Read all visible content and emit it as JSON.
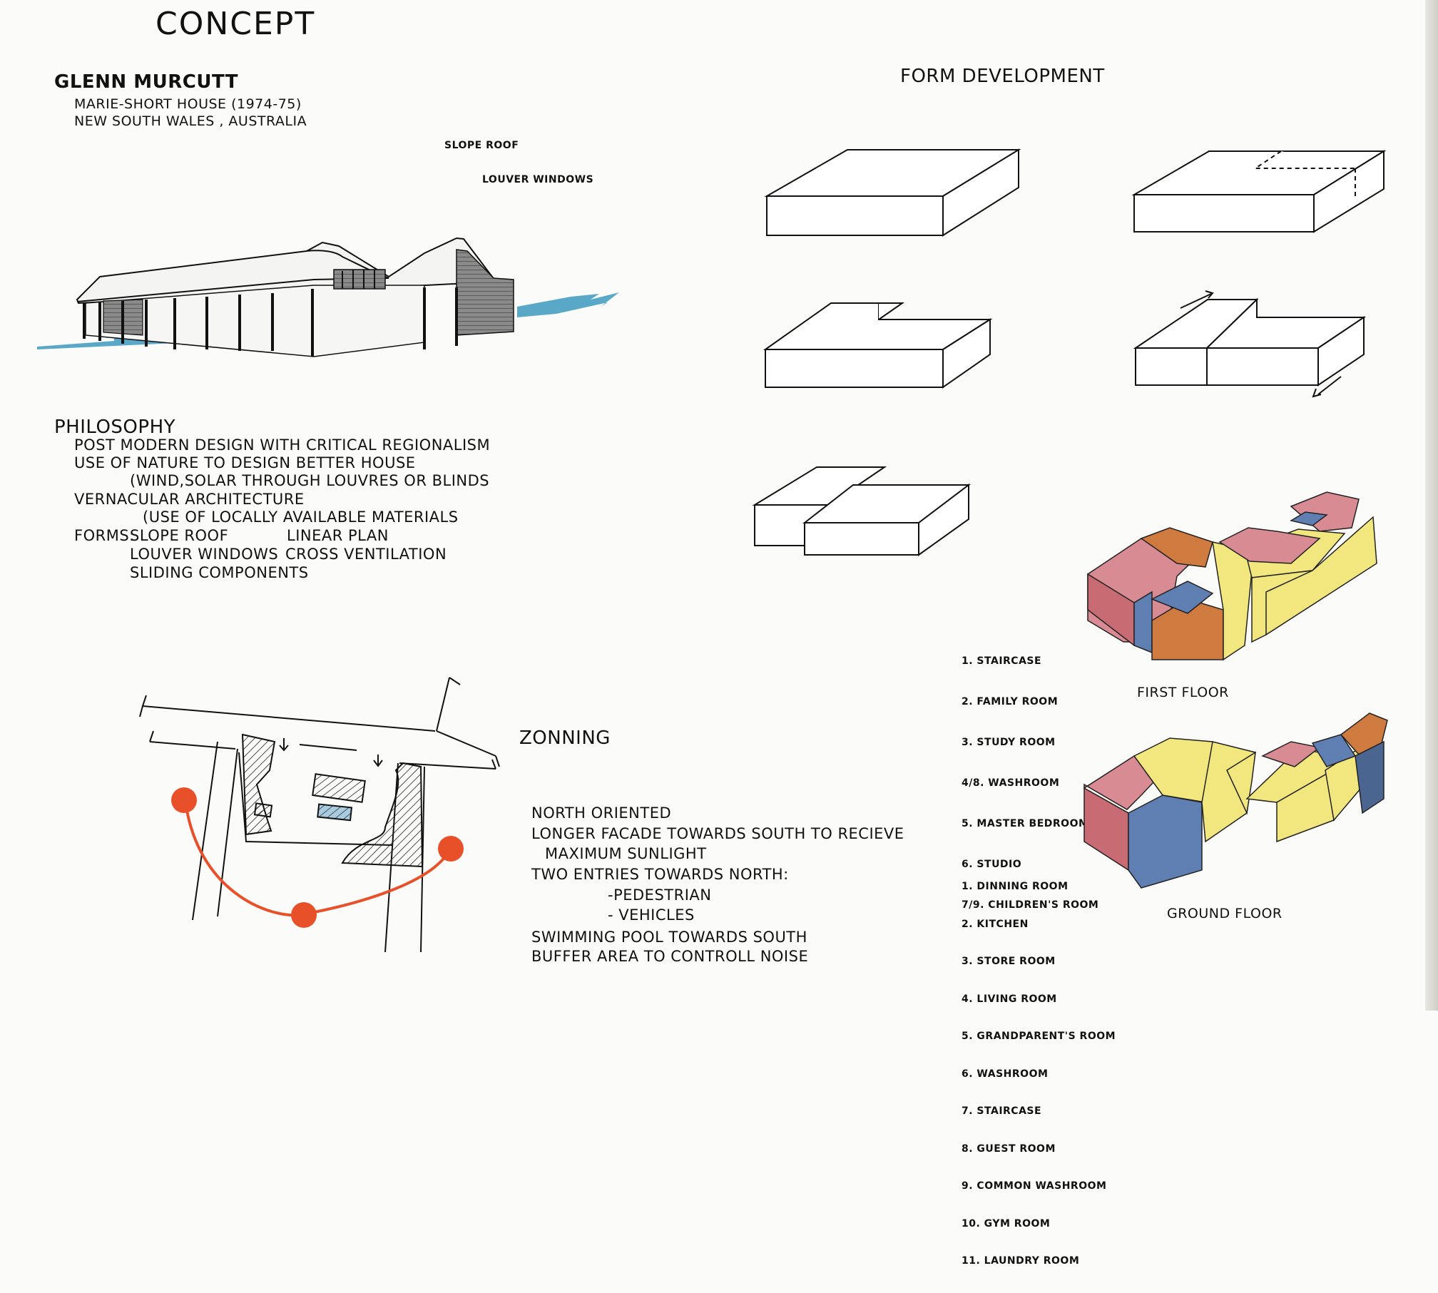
{
  "title": "CONCEPT",
  "architect": {
    "name": "GLENN MURCUTT",
    "project": "MARIE-SHORT HOUSE (1974-75)",
    "location": "NEW SOUTH WALES , AUSTRALIA"
  },
  "sketch_labels": {
    "slope_roof": "SLOPE ROOF",
    "louver_windows": "LOUVER WINDOWS"
  },
  "philosophy": {
    "heading": "PHILOSOPHY",
    "line1": "POST MODERN DESIGN WITH CRITICAL REGIONALISM",
    "line2": "USE OF NATURE TO DESIGN BETTER HOUSE",
    "line3": "(WIND,SOLAR THROUGH LOUVRES OR BLINDS",
    "line4": "VERNACULAR ARCHITECTURE",
    "line5": "(USE OF LOCALLY AVAILABLE MATERIALS",
    "forms_label": "FORMS:",
    "form1": "SLOPE ROOF",
    "form2": "LINEAR PLAN",
    "form3": "LOUVER WINDOWS",
    "form4": "CROSS VENTILATION",
    "form5": "SLIDING COMPONENTS"
  },
  "zoning": {
    "heading": "ZONNING",
    "line1": "NORTH ORIENTED",
    "line2": "LONGER FACADE TOWARDS SOUTH TO RECIEVE",
    "line3": "MAXIMUM SUNLIGHT",
    "line4": "TWO ENTRIES TOWARDS NORTH:",
    "line5": "-PEDESTRIAN",
    "line6": "- VEHICLES",
    "line7": "SWIMMING POOL TOWARDS SOUTH",
    "line8": "BUFFER AREA TO CONTROLL NOISE"
  },
  "form_development": {
    "heading": "FORM DEVELOPMENT"
  },
  "first_floor": {
    "label": "FIRST FLOOR",
    "legend": [
      "1. STAIRCASE",
      "2. FAMILY ROOM",
      "3. STUDY ROOM",
      "4/8. WASHROOM",
      "5. MASTER BEDROOM",
      "6. STUDIO",
      "7/9. CHILDREN'S ROOM"
    ]
  },
  "ground_floor": {
    "label": "GROUND FLOOR",
    "legend": [
      "1. DINNING ROOM",
      "2. KITCHEN",
      "3. STORE ROOM",
      "4. LIVING ROOM",
      "5. GRANDPARENT'S ROOM",
      "6. WASHROOM",
      "7. STAIRCASE",
      "8. GUEST ROOM",
      "9. COMMON WASHROOM",
      "10. GYM ROOM",
      "11. LAUNDRY ROOM"
    ]
  },
  "colors": {
    "pink": "#d98b93",
    "blue": "#5f7fb2",
    "orange": "#cf7a3f",
    "yellow": "#f2e77f",
    "water": "#5aa8c8",
    "sun": "#e8502a"
  }
}
